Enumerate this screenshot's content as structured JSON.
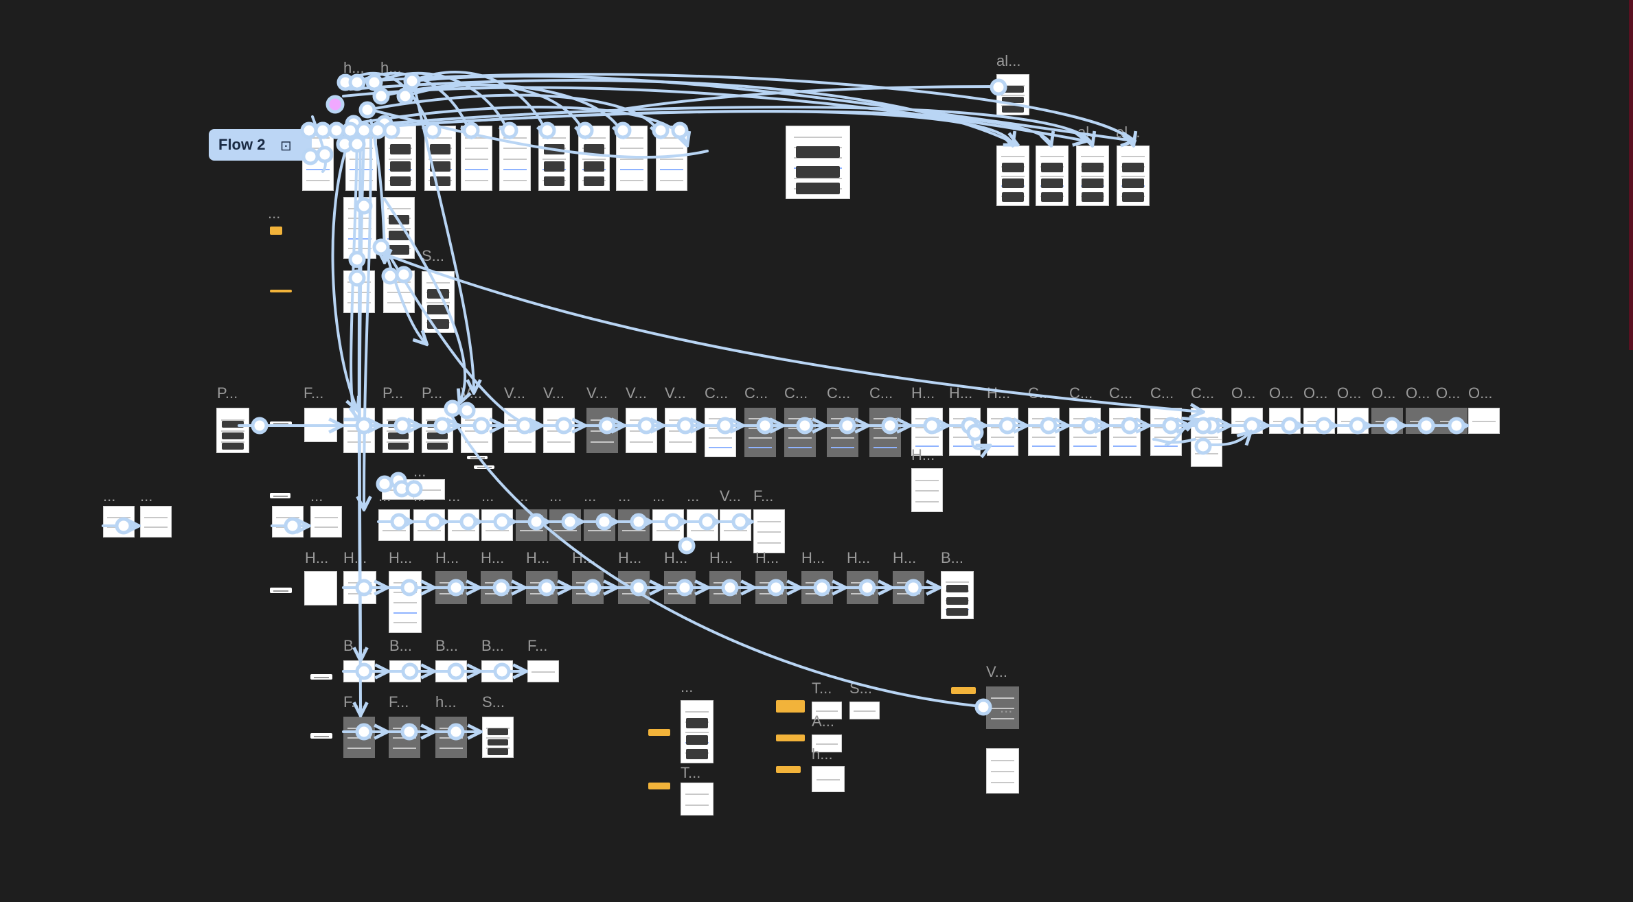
{
  "canvas": {
    "background": "#1e1e1e",
    "connector_color": "#b9d5f4",
    "accent_edge": "#5a1020"
  },
  "flow_tag": {
    "label": "Flow 2",
    "icon": "frame-icon"
  },
  "frame_labels": [
    "h...",
    "h...",
    "al...",
    "al...",
    "al...",
    "...",
    "S...",
    "P...",
    "F...",
    "P...",
    "P...",
    "V...",
    "V...",
    "V...",
    "V...",
    "V...",
    "V...",
    "C...",
    "C...",
    "C...",
    "C...",
    "C...",
    "H...",
    "H...",
    "H...",
    "C...",
    "C...",
    "C...",
    "C...",
    "C...",
    "O...",
    "O...",
    "O...",
    "O...",
    "O...",
    "O...",
    "O...",
    "O...",
    "H...",
    "...",
    "...",
    "...",
    "...",
    "...",
    "...",
    "...",
    "...",
    "...",
    "...",
    "...",
    "...",
    "...",
    "...",
    "V...",
    "F...",
    "H...",
    "H...",
    "H...",
    "H...",
    "H...",
    "H...",
    "H...",
    "H...",
    "H...",
    "H...",
    "H...",
    "H...",
    "H...",
    "H...",
    "B...",
    "B...",
    "B...",
    "B...",
    "B...",
    "F...",
    "F...",
    "F...",
    "h...",
    "S...",
    "...",
    "T...",
    "T...",
    "S...",
    "A...",
    "h...",
    "V...",
    "..."
  ]
}
